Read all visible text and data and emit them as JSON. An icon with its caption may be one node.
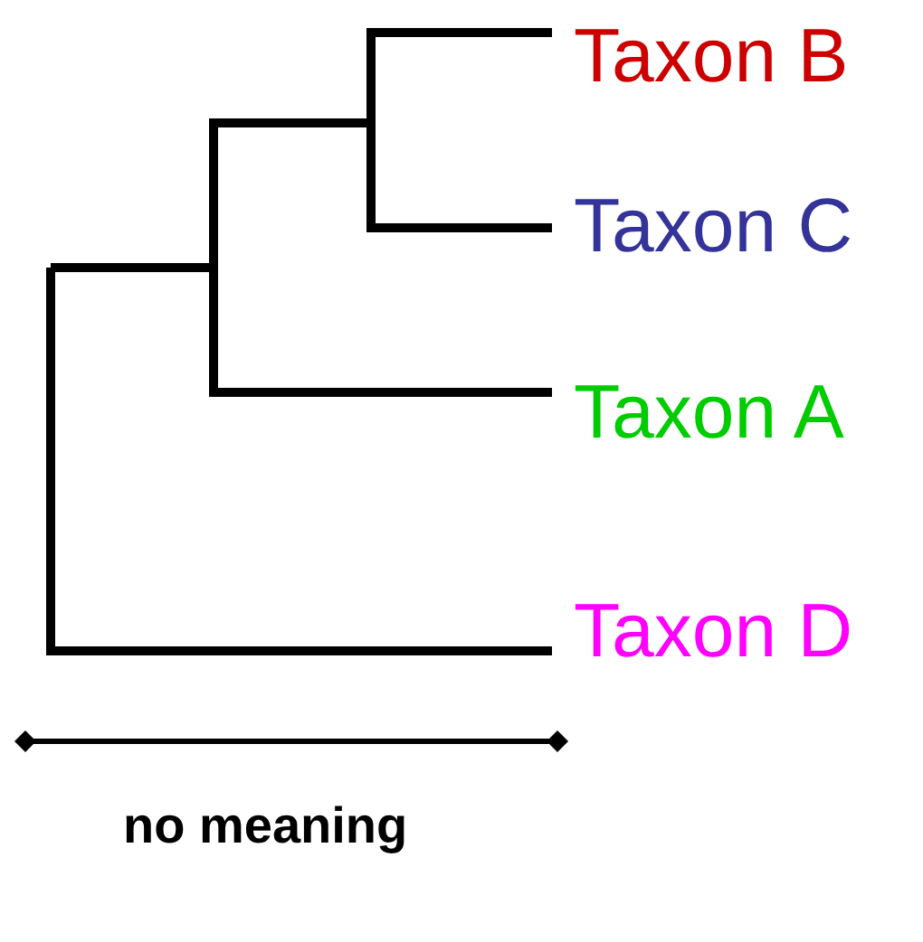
{
  "diagram": {
    "nodes": [
      {
        "text": [
          "Taxon B"
        ]
      },
      {
        "text": [
          "Taxon C"
        ]
      },
      {
        "text": [
          "Taxon A"
        ]
      },
      {
        "text": [
          "Taxon D"
        ]
      }
    ],
    "edges": [
      {
        "from": null,
        "to": 0,
        "arrow": "none"
      },
      {
        "from": null,
        "to": 1,
        "arrow": "none"
      },
      {
        "from": null,
        "to": 2,
        "arrow": "none"
      },
      {
        "from": null,
        "to": 3,
        "arrow": "none"
      }
    ],
    "labels": [
      "no meaning"
    ]
  }
}
